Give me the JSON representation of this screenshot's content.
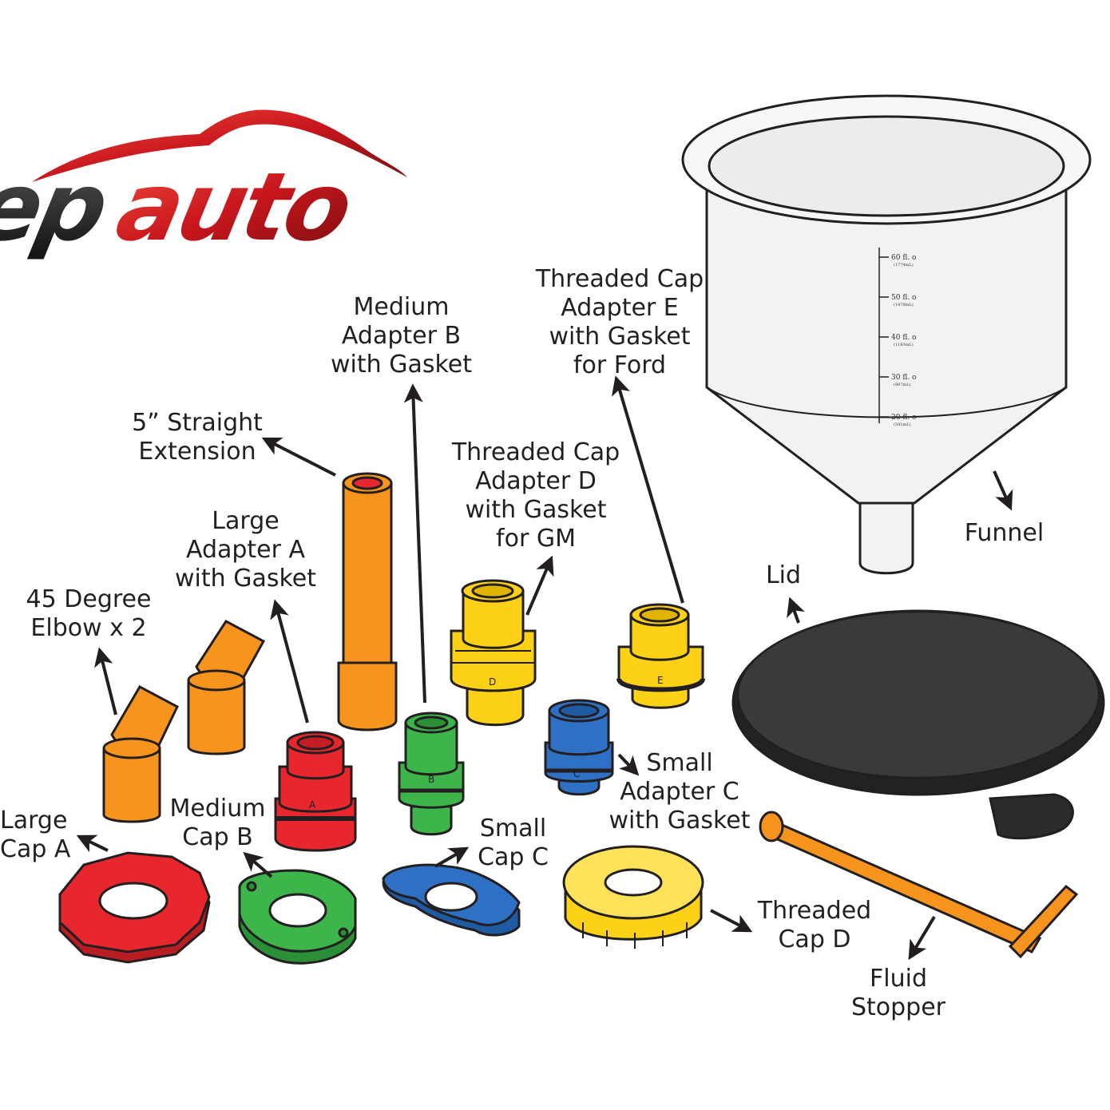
{
  "logo": {
    "text_ep": "ep",
    "text_auto": "auto"
  },
  "labels": {
    "straight_extension": [
      "5” Straight",
      "Extension"
    ],
    "medium_adapter_b": [
      "Medium",
      "Adapter B",
      "with Gasket"
    ],
    "threaded_cap_adapter_e": [
      "Threaded Cap",
      "Adapter E",
      "with Gasket",
      "for Ford"
    ],
    "threaded_cap_adapter_d": [
      "Threaded Cap",
      "Adapter D",
      "with Gasket",
      "for GM"
    ],
    "large_adapter_a": [
      "Large",
      "Adapter A",
      "with Gasket"
    ],
    "elbow": [
      "45 Degree",
      "Elbow x 2"
    ],
    "funnel": [
      "Funnel"
    ],
    "lid": [
      "Lid"
    ],
    "small_adapter_c": [
      "Small",
      "Adapter C",
      "with Gasket"
    ],
    "large_cap_a": [
      "Large",
      "Cap A"
    ],
    "medium_cap_b": [
      "Medium",
      "Cap B"
    ],
    "small_cap_c": [
      "Small",
      "Cap C"
    ],
    "threaded_cap_d": [
      "Threaded",
      "Cap D"
    ],
    "fluid_stopper": [
      "Fluid",
      "Stopper"
    ]
  },
  "part_letters": {
    "a": "A",
    "b": "B",
    "c": "C",
    "d": "D",
    "e": "E"
  },
  "funnel_graduations": [
    {
      "main": "60 fl. o",
      "sub": "(1774mL)"
    },
    {
      "main": "50 fl. o",
      "sub": "(1479mL)"
    },
    {
      "main": "40 fl. o",
      "sub": "(1183mL)"
    },
    {
      "main": "30 fl. o",
      "sub": "(887mL)"
    },
    {
      "main": "20 fl. o",
      "sub": "(591mL)"
    }
  ],
  "colors": {
    "orange": "#f7941d",
    "red": "#e8262d",
    "green": "#3db54a",
    "blue": "#2e70c4",
    "yellow": "#fcd116",
    "lid": "#3a3a3a",
    "logo_red": "#d2232a",
    "logo_dark": "#231f20"
  }
}
